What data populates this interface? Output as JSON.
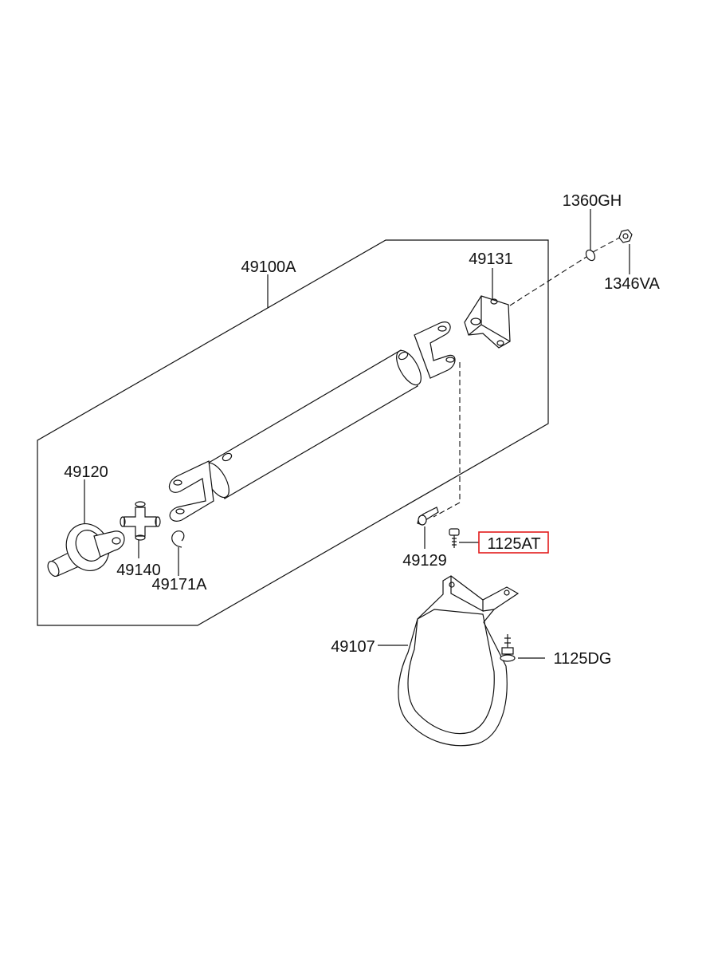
{
  "labels": {
    "p49100A": "49100A",
    "p49131": "49131",
    "p1360GH": "1360GH",
    "p1346VA": "1346VA",
    "p49120": "49120",
    "p49140": "49140",
    "p49171A": "49171A",
    "p49129": "49129",
    "p1125AT": "1125AT",
    "p49107": "49107",
    "p1125DG": "1125DG"
  },
  "highlight": {
    "part": "1125AT",
    "color": "#e21c1c"
  }
}
